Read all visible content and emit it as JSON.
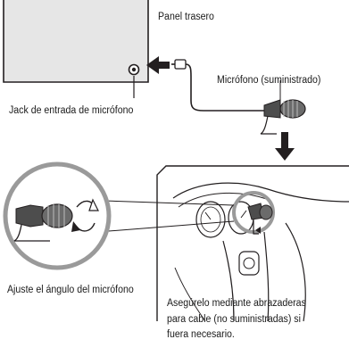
{
  "labels": {
    "panel": "Panel trasero",
    "jack": "Jack de entrada de micrófono",
    "mic": "Micrófono (suministrado)",
    "adjust": "Ajuste el ángulo del micrófono",
    "secure": [
      "Asegúrelo mediante abrazaderas",
      "para cable (no suministradas) si",
      "fuera necesario."
    ]
  },
  "colors": {
    "panel_fill": "#e6e6e6",
    "line": "#231f20",
    "mic_body": "#4d4d4d"
  }
}
